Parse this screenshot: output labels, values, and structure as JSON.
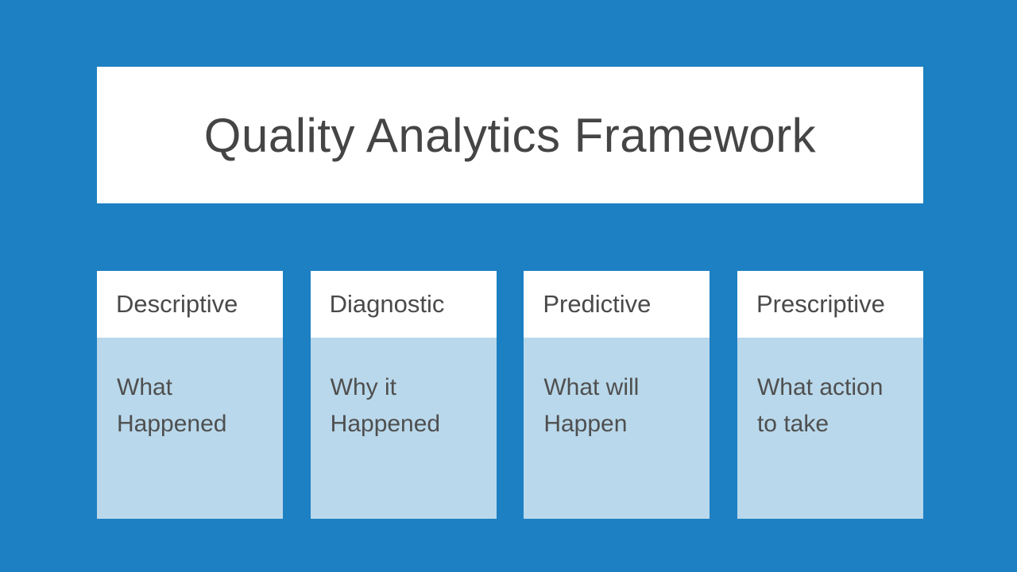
{
  "slide": {
    "title": "Quality Analytics Framework",
    "columns": [
      {
        "header": "Descriptive",
        "body": "What Happened",
        "lines": [
          "What",
          "Happened"
        ]
      },
      {
        "header": "Diagnostic",
        "body": "Why it Happened",
        "lines": [
          "Why it",
          "Happened"
        ]
      },
      {
        "header": "Predictive",
        "body": "What will Happen",
        "lines": [
          "What will",
          "Happen"
        ]
      },
      {
        "header": "Prescriptive",
        "body": "What action to take",
        "lines": [
          "What action",
          "to take"
        ]
      }
    ],
    "colors": {
      "background": "#1d80c3",
      "card_header_bg": "#ffffff",
      "card_body_bg": "#b9d8eb",
      "title_box_bg": "#ffffff",
      "title_text": "#454545",
      "header_text": "#4a4a4a",
      "body_text": "#4f4f4f"
    }
  }
}
